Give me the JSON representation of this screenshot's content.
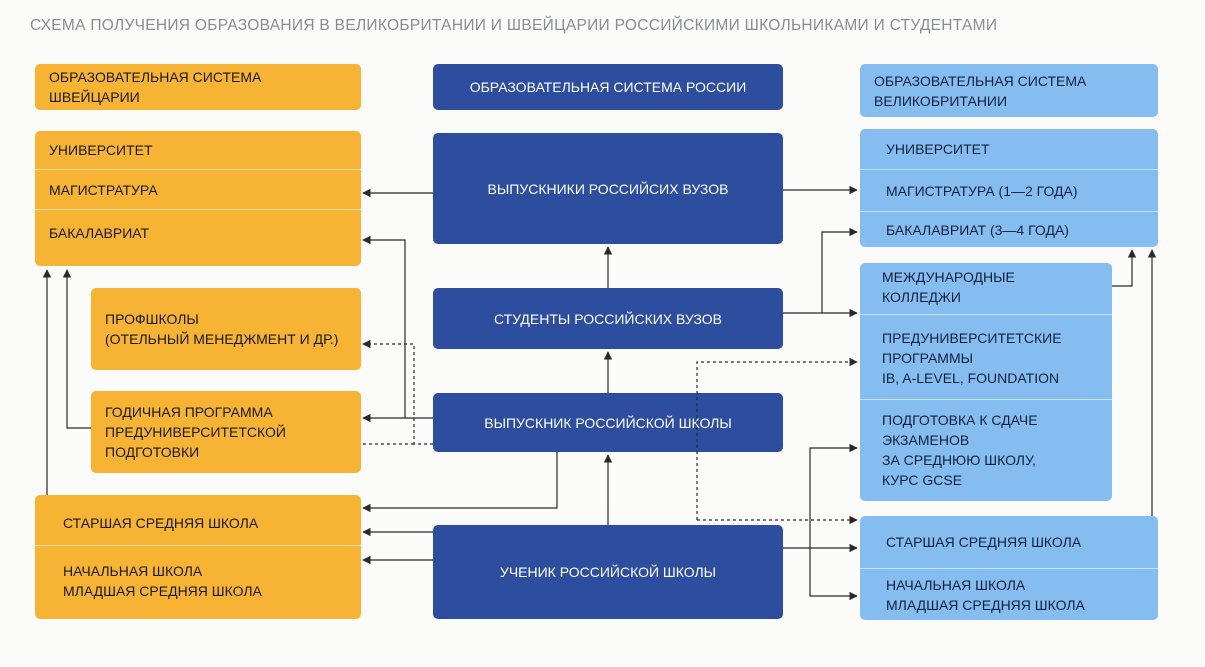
{
  "title": "СХЕМА ПОЛУЧЕНИЯ ОБРАЗОВАНИЯ В ВЕЛИКОБРИТАНИИ И ШВЕЙЦАРИИ РОССИЙСКИМИ ШКОЛЬНИКАМИ И СТУДЕНТАМИ",
  "colors": {
    "switzerland": "#f7b334",
    "russia": "#2d4d9e",
    "britain": "#86bdf1",
    "arrows": "#2a2a2a"
  },
  "switzerland": {
    "header": "ОБРАЗОВАТЕЛЬНАЯ СИСТЕМА ШВЕЙЦАРИИ",
    "higher": [
      "УНИВЕРСИТЕТ",
      "МАГИСТРАТУРА",
      "БАКАЛАВРИАТ"
    ],
    "prof_schools": "ПРОФШКОЛЫ\n(ОТЕЛЬНЫЙ МЕНЕДЖМЕНТ И ДР.)",
    "foundation_year": "ГОДИЧНАЯ ПРОГРАММА\nПРЕДУНИВЕРСИТЕТСКОЙ\nПОДГОТОВКИ",
    "schools": [
      "СТАРШАЯ СРЕДНЯЯ ШКОЛА",
      "НАЧАЛЬНАЯ ШКОЛА\nМЛАДШАЯ СРЕДНЯЯ ШКОЛА"
    ]
  },
  "russia": {
    "header": "ОБРАЗОВАТЕЛЬНАЯ СИСТЕМА РОССИИ",
    "graduates_univ": "ВЫПУСКНИКИ РОССИЙСИХ ВУЗОВ",
    "students_univ": "СТУДЕНТЫ РОССИЙСКИХ ВУЗОВ",
    "school_graduate": "ВЫПУСКНИК РОССИЙСКОЙ ШКОЛЫ",
    "school_pupil": "УЧЕНИК РОССИЙСКОЙ ШКОЛЫ"
  },
  "britain": {
    "header": "ОБРАЗОВАТЕЛЬНАЯ СИСТЕМА\nВЕЛИКОБРИТАНИИ",
    "higher": [
      "УНИВЕРСИТЕТ",
      "МАГИСТРАТУРА (1—2 ГОДА)",
      "БАКАЛАВРИАТ (3—4 ГОДА)"
    ],
    "prep": [
      "МЕЖДУНАРОДНЫЕ\nКОЛЛЕДЖИ",
      "ПРЕДУНИВЕРСИТЕТСКИЕ\nПРОГРАММЫ\nIB, A-LEVEL, FOUNDATION",
      "ПОДГОТОВКА К СДАЧЕ\nЭКЗАМЕНОВ\nЗА СРЕДНЮЮ ШКОЛУ,\nКУРС GCSE"
    ],
    "schools": [
      "СТАРШАЯ СРЕДНЯЯ ШКОЛА",
      "НАЧАЛЬНАЯ ШКОЛА\nМЛАДШАЯ СРЕДНЯЯ ШКОЛА"
    ]
  }
}
